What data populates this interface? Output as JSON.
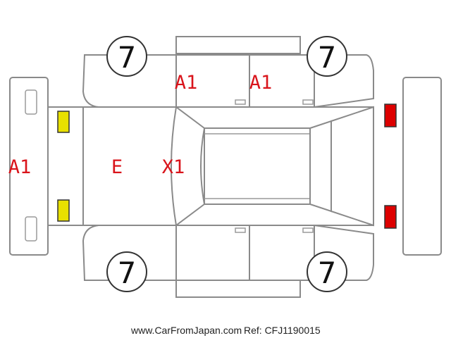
{
  "tyre_labels": {
    "front_left": "7",
    "front_right": "7",
    "rear_left": "7",
    "rear_right": "7"
  },
  "damage_codes": {
    "front_bumper": "A1",
    "front_door_left": "A1",
    "rear_door_left": "A1",
    "hood": "E",
    "windshield": "X1"
  },
  "lamp_markers": {
    "front_color": "#e8e000",
    "rear_color": "#dd0000"
  },
  "footer": {
    "site": "www.CarFromJapan.com",
    "ref": "Ref: CFJ1190015"
  }
}
